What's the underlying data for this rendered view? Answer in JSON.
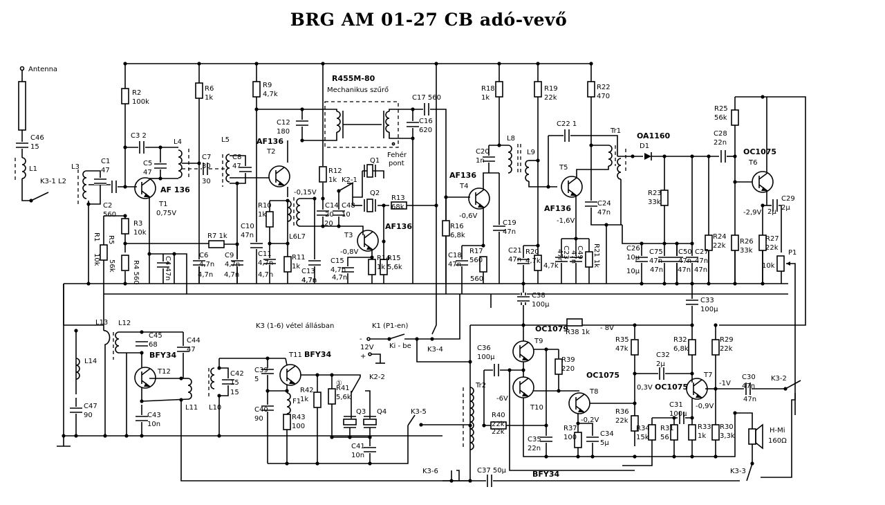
{
  "title": "BRG  AM 01-27 CB adó-vevő",
  "colors": {
    "ink": "#000000",
    "paper": "#ffffff"
  },
  "labels": {
    "antenna": "Antenna",
    "filter_part": "R455M-80",
    "filter_name": "Mechanikus szűrő",
    "white_dot": "Fehér",
    "white_dot2": "pont",
    "k3_note": "K3 (1-6) vétel állásban",
    "k1_note": "K1 (P1-en)",
    "supply": "12V",
    "supply_minus": "-",
    "supply_plus": "+",
    "ki_be": "Ki - be",
    "marker": "①"
  },
  "transistors": [
    {
      "ref": "T1",
      "type": "AF136",
      "volt": "0,75V"
    },
    {
      "ref": "T2",
      "type": "AF136",
      "volt": "-0,15V"
    },
    {
      "ref": "T3",
      "type": "AF136",
      "volt": "-0,8V"
    },
    {
      "ref": "T4",
      "type": "AF136",
      "volt": "-0,6V"
    },
    {
      "ref": "T5",
      "type": "AF136",
      "volt": "-1,6V"
    },
    {
      "ref": "T6",
      "type": "OC1075",
      "volt": "-2,9V"
    },
    {
      "ref": "T7",
      "type": "OC1075",
      "volt": "-0,9V"
    },
    {
      "ref": "T8",
      "type": "OC1075",
      "volt": "-0,2V"
    },
    {
      "ref": "T9",
      "type": "OC1079",
      "volt": ""
    },
    {
      "ref": "T10",
      "type": "",
      "volt": "-6V"
    },
    {
      "ref": "T11",
      "type": "BFY34",
      "volt": ""
    },
    {
      "ref": "T12",
      "type": "BFY34",
      "volt": ""
    }
  ],
  "misc_volts": {
    "v8": "- 8V",
    "v03": "0,3V",
    "v1": "-1V",
    "bfy_bottom": "BFY34"
  },
  "diode": {
    "ref": "D1",
    "type": "OA1160"
  },
  "resistors": [
    {
      "ref": "R1",
      "val": "10k"
    },
    {
      "ref": "R2",
      "val": "100k"
    },
    {
      "ref": "R3",
      "val": "10k"
    },
    {
      "ref": "R4",
      "val": "560"
    },
    {
      "ref": "R5",
      "val": "56k"
    },
    {
      "ref": "R6",
      "val": "1k"
    },
    {
      "ref": "R7",
      "val": "1k"
    },
    {
      "ref": "R9",
      "val": "4,7k"
    },
    {
      "ref": "R10",
      "val": "1k"
    },
    {
      "ref": "R11",
      "val": "1k"
    },
    {
      "ref": "R12",
      "val": "1k"
    },
    {
      "ref": "R13",
      "val": "68k"
    },
    {
      "ref": "R14",
      "val": "1k"
    },
    {
      "ref": "R15",
      "val": "5,6k"
    },
    {
      "ref": "R16",
      "val": "6,8k"
    },
    {
      "ref": "R17",
      "val": "560"
    },
    {
      "ref": "R18",
      "val": "1k"
    },
    {
      "ref": "R19",
      "val": "22k"
    },
    {
      "ref": "R20",
      "val": "4,7k"
    },
    {
      "ref": "R21",
      "val": "1k"
    },
    {
      "ref": "R22",
      "val": "470"
    },
    {
      "ref": "R23",
      "val": "33k"
    },
    {
      "ref": "R24",
      "val": "22k"
    },
    {
      "ref": "R25",
      "val": "56k"
    },
    {
      "ref": "R26",
      "val": "33k"
    },
    {
      "ref": "R27",
      "val": "22k"
    },
    {
      "ref": "R29",
      "val": "22k"
    },
    {
      "ref": "R30",
      "val": "3,3k"
    },
    {
      "ref": "R31",
      "val": "56"
    },
    {
      "ref": "R32",
      "val": "6,8k"
    },
    {
      "ref": "R33",
      "val": "1k"
    },
    {
      "ref": "R34",
      "val": "15k"
    },
    {
      "ref": "R35",
      "val": "47k"
    },
    {
      "ref": "R36",
      "val": "22k"
    },
    {
      "ref": "R37",
      "val": "100"
    },
    {
      "ref": "R38",
      "val": "1k"
    },
    {
      "ref": "R39",
      "val": "220"
    },
    {
      "ref": "R40",
      "val": "22k"
    },
    {
      "ref": "R41",
      "val": "5,6k"
    },
    {
      "ref": "R42",
      "val": "1k"
    },
    {
      "ref": "R43",
      "val": "100"
    },
    {
      "ref": "P1",
      "val": "10k"
    }
  ],
  "capacitors": [
    {
      "ref": "C1",
      "val": "47"
    },
    {
      "ref": "C2",
      "val": "560"
    },
    {
      "ref": "C3",
      "val": "2"
    },
    {
      "ref": "C4",
      "val": "47n"
    },
    {
      "ref": "C5",
      "val": "47"
    },
    {
      "ref": "C6",
      "val": "4,7n"
    },
    {
      "ref": "C7",
      "val": "30"
    },
    {
      "ref": "C8",
      "val": "47"
    },
    {
      "ref": "C9",
      "val": "4,7n"
    },
    {
      "ref": "C10",
      "val": "47n"
    },
    {
      "ref": "C11",
      "val": "4,7n"
    },
    {
      "ref": "C12",
      "val": "180"
    },
    {
      "ref": "C13",
      "val": "4,7n"
    },
    {
      "ref": "C14",
      "val": "20"
    },
    {
      "ref": "C15",
      "val": "4,7n"
    },
    {
      "ref": "C16",
      "val": "620"
    },
    {
      "ref": "C17",
      "val": "560"
    },
    {
      "ref": "C18",
      "val": "47n"
    },
    {
      "ref": "C19",
      "val": "47n"
    },
    {
      "ref": "C20",
      "val": "1n"
    },
    {
      "ref": "C21",
      "val": "47n"
    },
    {
      "ref": "C22",
      "val": "1"
    },
    {
      "ref": "C23",
      "val": "47n"
    },
    {
      "ref": "C24",
      "val": "47n"
    },
    {
      "ref": "C26",
      "val": "10µ"
    },
    {
      "ref": "C27",
      "val": "47n"
    },
    {
      "ref": "C28",
      "val": "22n"
    },
    {
      "ref": "C29",
      "val": "2µ"
    },
    {
      "ref": "C30",
      "val": "47n"
    },
    {
      "ref": "C31",
      "val": "100µ"
    },
    {
      "ref": "C32",
      "val": "2µ"
    },
    {
      "ref": "C33",
      "val": "100µ"
    },
    {
      "ref": "C34",
      "val": "5µ"
    },
    {
      "ref": "C35",
      "val": "22n"
    },
    {
      "ref": "C36",
      "val": "100µ"
    },
    {
      "ref": "C37",
      "val": "50µ"
    },
    {
      "ref": "C38",
      "val": "100µ"
    },
    {
      "ref": "C39",
      "val": "5"
    },
    {
      "ref": "C40",
      "val": "90"
    },
    {
      "ref": "C41",
      "val": "10n"
    },
    {
      "ref": "C42",
      "val": "15"
    },
    {
      "ref": "C43",
      "val": "10n"
    },
    {
      "ref": "C44",
      "val": "47"
    },
    {
      "ref": "C45",
      "val": "68"
    },
    {
      "ref": "C46",
      "val": "15"
    },
    {
      "ref": "C47",
      "val": "90"
    },
    {
      "ref": "C48",
      "val": "10"
    },
    {
      "ref": "C49",
      "val": "47n"
    },
    {
      "ref": "C50",
      "val": "47n"
    },
    {
      "ref": "C75",
      "val": "47n"
    }
  ],
  "inductors": [
    "L1",
    "L2",
    "L3",
    "L4",
    "L5",
    "L6",
    "L7",
    "L8",
    "L9",
    "L10",
    "L11",
    "L12",
    "L13",
    "L14",
    "F1",
    "Tr1",
    "Tr2"
  ],
  "crystals": [
    "Q1",
    "Q2",
    "Q3",
    "Q4"
  ],
  "switches": [
    "K3-1",
    "K2-1",
    "K2-2",
    "K1",
    "K3-2",
    "K3-3",
    "K3-4",
    "K3-5",
    "K3-6"
  ],
  "speaker": {
    "ref": "H-Mi",
    "val": "160Ω"
  }
}
